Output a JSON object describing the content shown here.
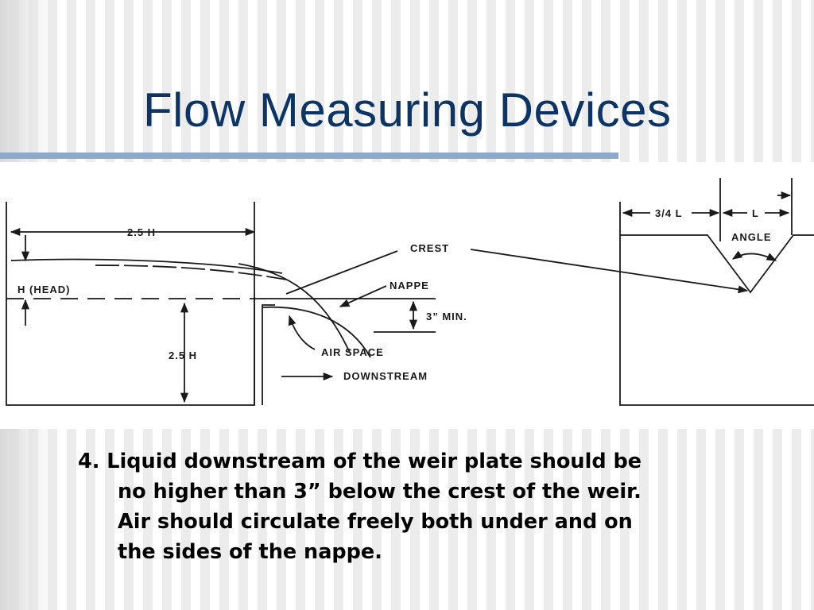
{
  "slide": {
    "title": "Flow Measuring Devices",
    "colors": {
      "title": "#0c3566",
      "rule": "#8eaacb"
    }
  },
  "diagram": {
    "labels": {
      "dim_top": "2.5 H",
      "head": "H (HEAD)",
      "dim_bottom": "2.5 H",
      "crest": "CREST",
      "nappe": "NAPPE",
      "min": "3” MIN.",
      "air_space": "AIR SPACE",
      "downstream": "DOWNSTREAM",
      "three_quarter_l": "3/4 L",
      "l": "L",
      "angle": "ANGLE"
    }
  },
  "body": {
    "lines": [
      "4. Liquid downstream of the weir plate should be",
      "no higher than 3” below the crest of the weir.",
      "Air should circulate freely both under and on",
      "the sides of the nappe."
    ]
  }
}
